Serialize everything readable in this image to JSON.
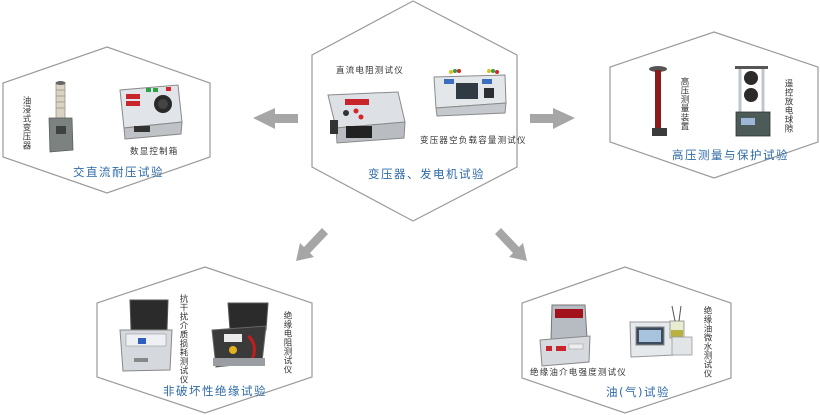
{
  "center": {
    "title": "变压器、发电机试验",
    "items": [
      {
        "label": "直流电阻测试仪",
        "icon": "dc-resistance-tester-icon"
      },
      {
        "label": "变压器空负载容量测试仪",
        "icon": "transformer-load-capacity-tester-icon"
      }
    ]
  },
  "left": {
    "title": "交直流耐压试验",
    "items": [
      {
        "label": "油浸式变压器",
        "icon": "oil-immersed-transformer-icon"
      },
      {
        "label": "数显控制箱",
        "icon": "digital-control-box-icon"
      }
    ]
  },
  "right": {
    "title": "高压测量与保护试验",
    "items": [
      {
        "label": "高压测量装置",
        "icon": "hv-measuring-device-icon"
      },
      {
        "label": "遥控放电球隙",
        "icon": "remote-discharge-sphere-gap-icon"
      }
    ]
  },
  "bottom_left": {
    "title": "非破坏性绝缘试验",
    "items": [
      {
        "label": "抗干扰介质损耗测试仪",
        "icon": "dielectric-loss-tester-icon"
      },
      {
        "label": "绝缘电阻测试仪",
        "icon": "insulation-resistance-tester-icon"
      }
    ]
  },
  "bottom_right": {
    "title": "油(气)试验",
    "items": [
      {
        "label": "绝缘油介电强度测试仪",
        "icon": "oil-dielectric-strength-tester-icon"
      },
      {
        "label": "绝缘油微水测试仪",
        "icon": "oil-micro-water-tester-icon"
      }
    ]
  },
  "colors": {
    "title": "#2e6aa8",
    "hex_border": "#9a9a9a",
    "arrow": "#a6a6a6"
  }
}
